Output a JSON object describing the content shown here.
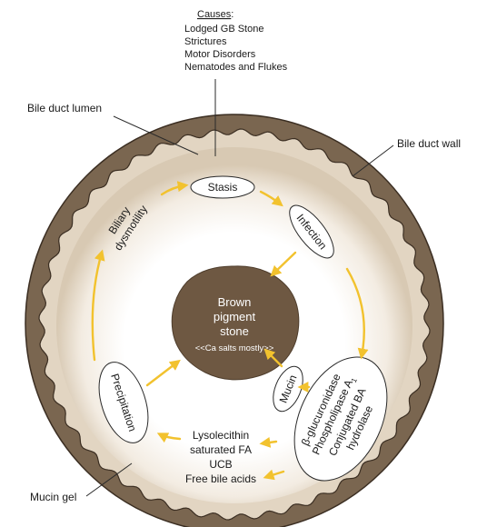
{
  "causes": {
    "heading": "Causes",
    "colon": ":",
    "items": [
      "Lodged GB Stone",
      "Strictures",
      "Motor Disorders",
      "Nematodes and Flukes"
    ]
  },
  "labels": {
    "bile_duct_lumen": "Bile duct lumen",
    "bile_duct_wall": "Bile duct wall",
    "mucin_gel": "Mucin gel"
  },
  "nodes": {
    "stasis": "Stasis",
    "infection": "Infection",
    "precipitation": "Precipitation",
    "mucin": "Mucin",
    "biliary_dysmotility": [
      "Biliary",
      "dysmotility"
    ],
    "enzymes": [
      "β-glucuronidase",
      "Phospholipase A",
      "Conjugated BA",
      "hydrolase"
    ],
    "enzymes_subscript": "1"
  },
  "products": [
    "Lysolecithin",
    "saturated FA",
    "UCB",
    "Free bile acids"
  ],
  "stone": {
    "title": [
      "Brown",
      "pigment",
      "stone"
    ],
    "note": "<<Ca salts mostly>>"
  },
  "colors": {
    "wall": "#7a6650",
    "wall_edge": "#3b2e22",
    "gel": "#e7dccb",
    "lumen_center": "#ffffff",
    "stone": "#6e5842",
    "arrow": "#f2c22e",
    "ellipse_stroke": "#2a2a2a"
  }
}
